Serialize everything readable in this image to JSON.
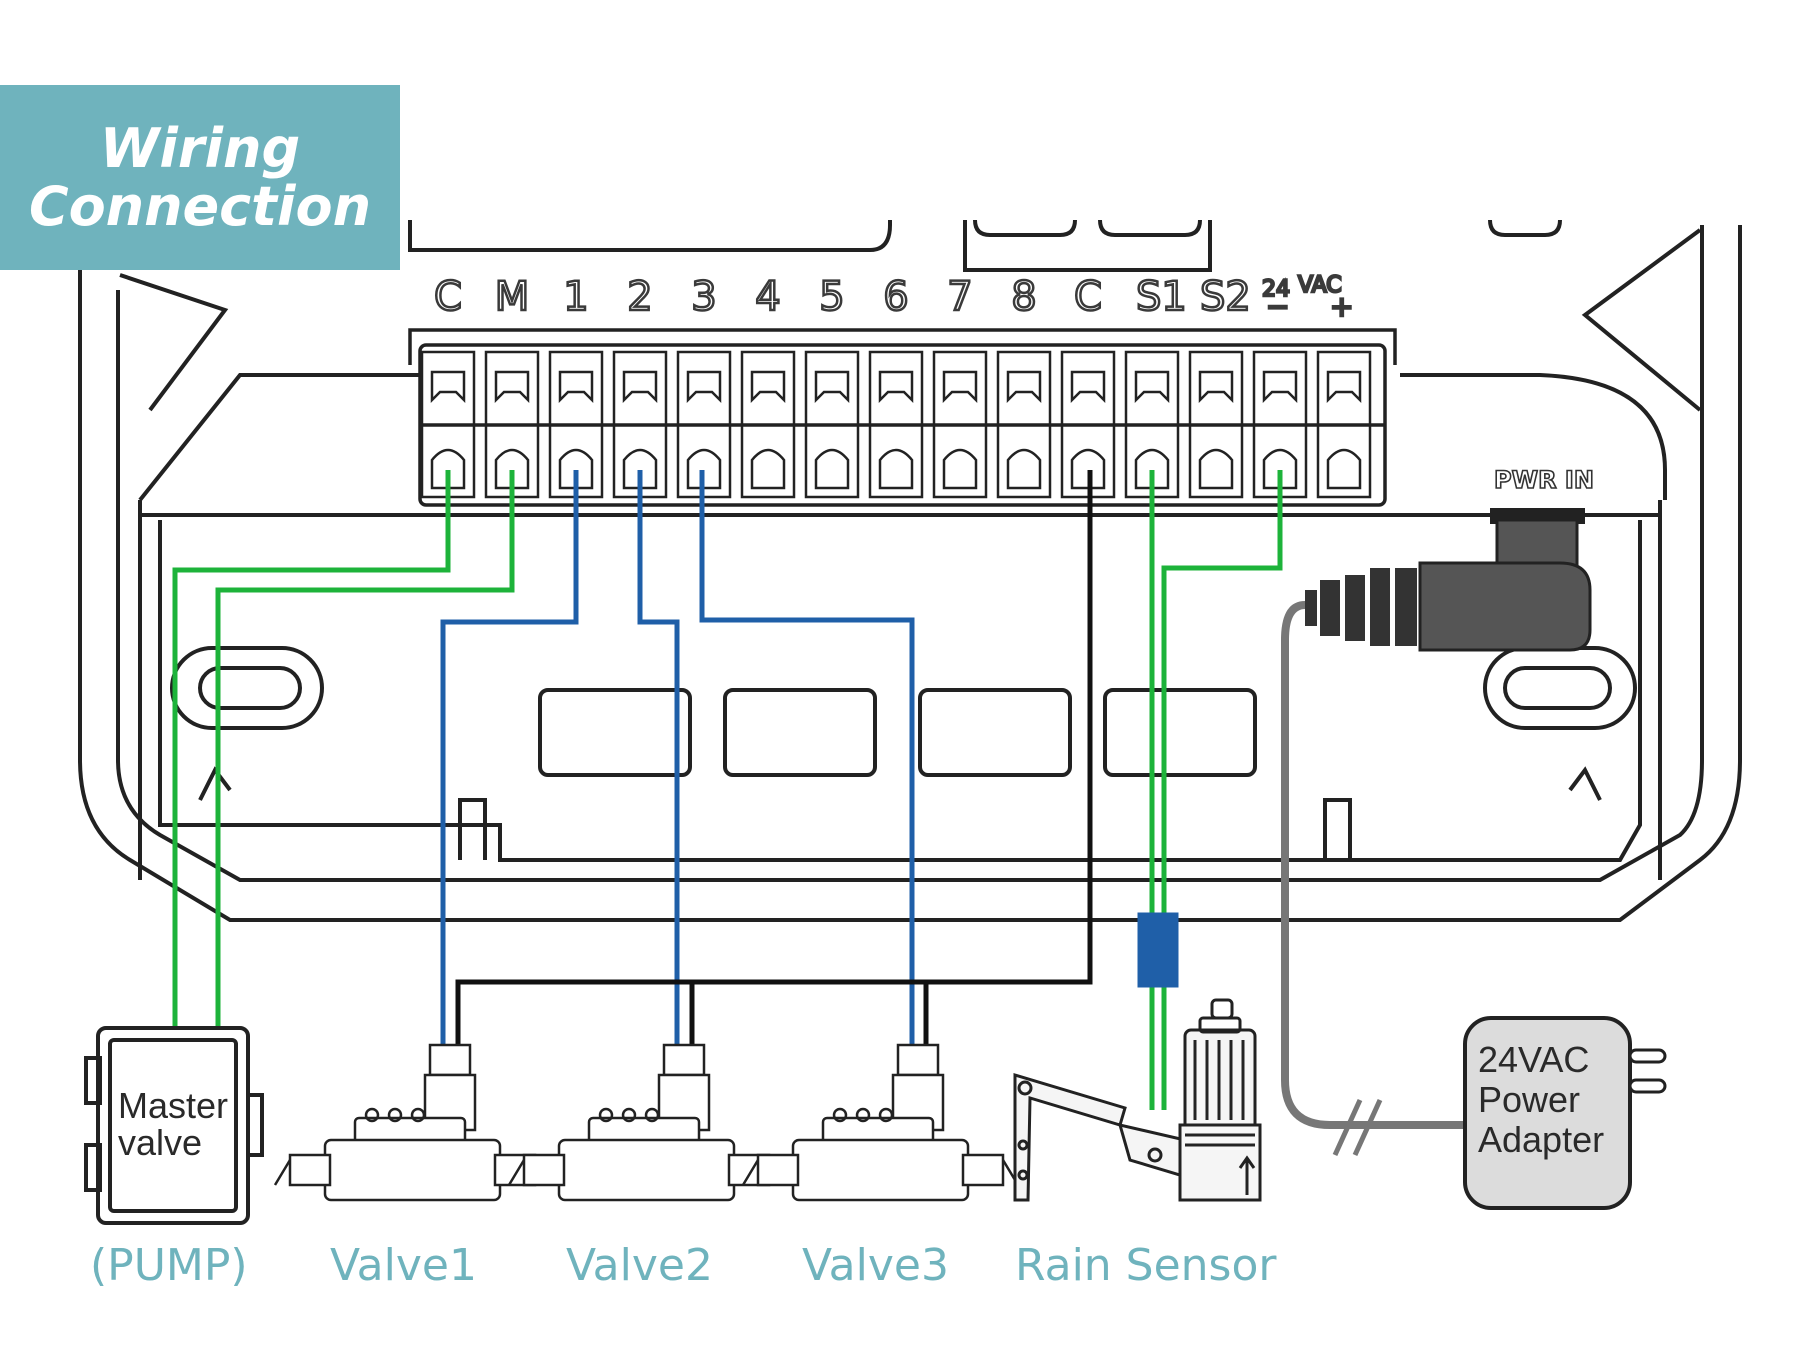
{
  "banner": {
    "line1": "Wiring",
    "line2": "Connection"
  },
  "terminals": [
    "C",
    "M",
    "1",
    "2",
    "3",
    "4",
    "5",
    "6",
    "7",
    "8",
    "C",
    "S1",
    "S2"
  ],
  "power_terminal": {
    "voltage": "24",
    "unit": "VAC",
    "minus": "−",
    "plus": "+"
  },
  "pwr_in_label": "PWR IN",
  "master_valve_label": {
    "line1": "Master",
    "line2": "valve"
  },
  "adapter_label": {
    "line1": "24VAC",
    "line2": "Power",
    "line3": "Adapter"
  },
  "bottom_labels": {
    "pump": "(PUMP)",
    "valve1": "Valve1",
    "valve2": "Valve2",
    "valve3": "Valve3",
    "rain_sensor": "Rain Sensor"
  },
  "colors": {
    "banner": "#6fb3bd",
    "green_wire": "#1db33a",
    "blue_wire": "#1f5fa8",
    "black_wire": "#111111",
    "grey_cable": "#777777",
    "label": "#6fb3bd"
  }
}
